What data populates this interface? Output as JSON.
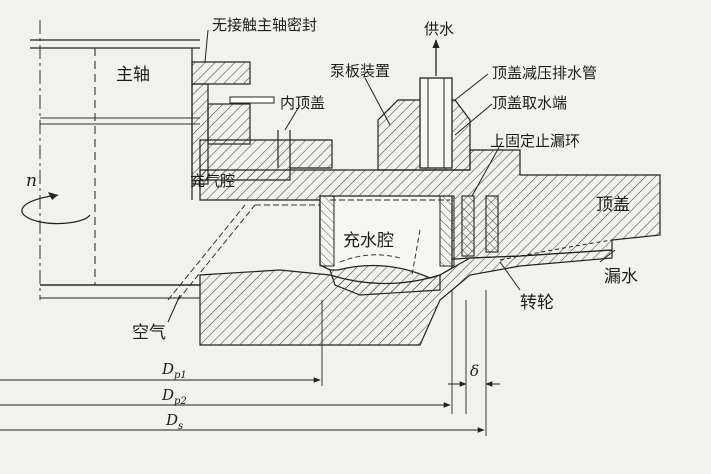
{
  "labels": {
    "seal": "无接触主轴密封",
    "shaft": "主轴",
    "water_supply": "供水",
    "pump_plate": "泵板装置",
    "relief_pipe": "顶盖减压排水管",
    "inner_cover": "内顶盖",
    "intake": "顶盖取水端",
    "upper_ring": "上固定止漏环",
    "air_chamber": "充气腔",
    "head_cover": "顶盖",
    "water_chamber": "充水腔",
    "leak_water": "漏水",
    "air": "空气",
    "runner": "转轮",
    "rotation": "n"
  },
  "dims": {
    "dp1": {
      "main": "D",
      "sub": "p1"
    },
    "dp2": {
      "main": "D",
      "sub": "p2"
    },
    "ds": {
      "main": "D",
      "sub": "s"
    },
    "gap": "δ"
  },
  "colors": {
    "background": "#f1f2ee",
    "line": "#222222",
    "hatch": "#444444"
  }
}
